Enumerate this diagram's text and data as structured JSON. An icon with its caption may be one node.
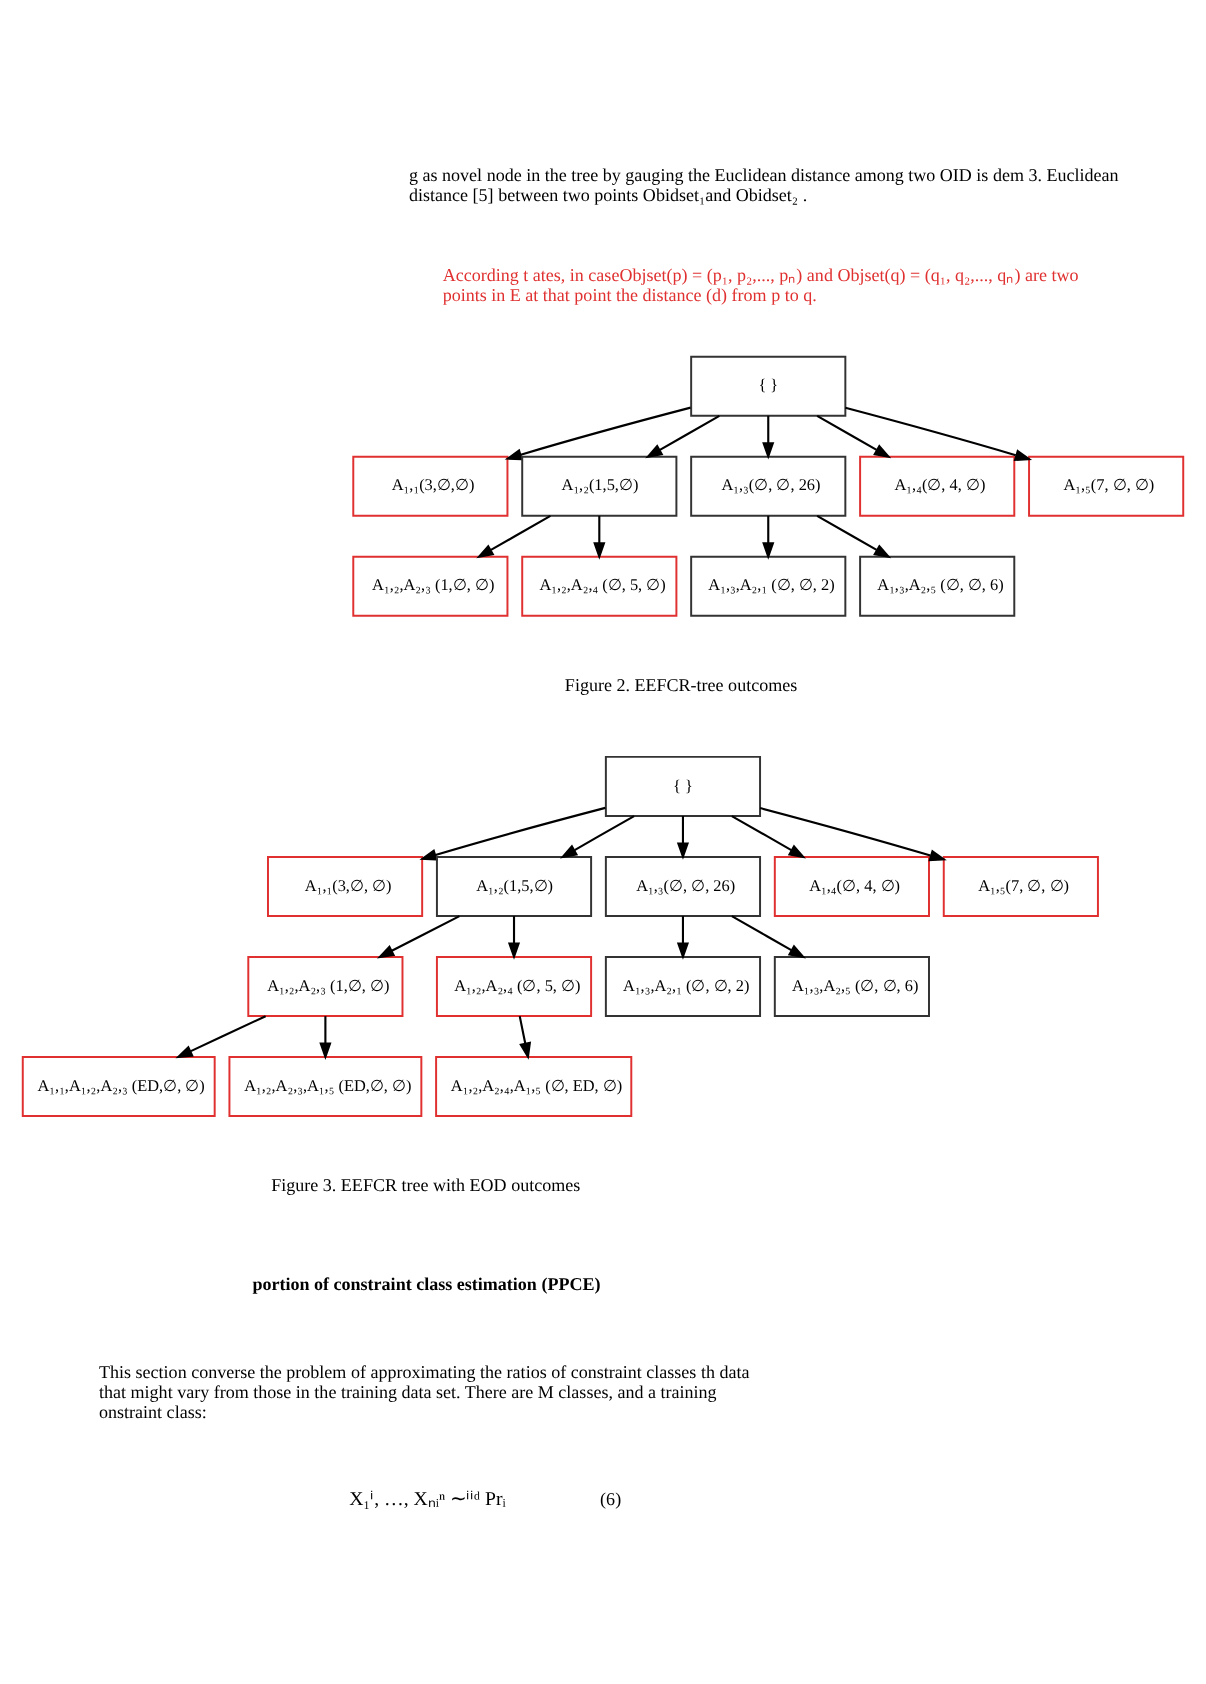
{
  "diagram": {
    "nodes": [
      {
        "text": [
          "{ }"
        ]
      },
      {
        "text": [
          "A₁,₁(3,∅,∅)"
        ]
      },
      {
        "text": [
          "A₁,₂(1,5,∅)"
        ]
      },
      {
        "text": [
          "A₁,₃(∅, ∅, 26)"
        ]
      },
      {
        "text": [
          "A₁,₄(∅, 4, ∅)"
        ]
      },
      {
        "text": [
          "A₁,₅(7, ∅, ∅)"
        ]
      },
      {
        "text": [
          "A₁,₂,A₂,₃ (1,∅, ∅)"
        ]
      },
      {
        "text": [
          "A₁,₂,A₂,₄ (∅, 5, ∅)"
        ]
      },
      {
        "text": [
          "A₁,₃,A₂,₁ (∅, ∅, 2)"
        ]
      },
      {
        "text": [
          "A₁,₃,A₂,₅ (∅, ∅, 6)"
        ]
      },
      {
        "text": [
          "{ }"
        ]
      },
      {
        "text": [
          "A₁,₁(3,∅, ∅)"
        ]
      },
      {
        "text": [
          "A₁,₂(1,5,∅)"
        ]
      },
      {
        "text": [
          "A₁,₃(∅, ∅, 26)"
        ]
      },
      {
        "text": [
          "A₁,₄(∅, 4, ∅)"
        ]
      },
      {
        "text": [
          "A₁,₅(7, ∅, ∅)"
        ]
      },
      {
        "text": [
          "A₁,₂,A₂,₃ (1,∅, ∅)"
        ]
      },
      {
        "text": [
          "A₁,₂,A₂,₄ (∅, 5, ∅)"
        ]
      },
      {
        "text": [
          "A₁,₃,A₂,₁ (∅, ∅, 2)"
        ]
      },
      {
        "text": [
          "A₁,₃,A₂,₅ (∅, ∅, 6)"
        ]
      },
      {
        "text": [
          "A₁,₁,A₁,₂,A₂,₃ (ED,∅, ∅)"
        ]
      },
      {
        "text": [
          "A₁,₂,A₂,₃,A₁,₅ (ED,∅, ∅)"
        ]
      },
      {
        "text": [
          "A₁,₂,A₂,₄,A₁,₅ (∅, ED, ∅)"
        ]
      }
    ],
    "edges": [
      {
        "from": 0,
        "to": 1,
        "arrow": "to"
      },
      {
        "from": 0,
        "to": 2,
        "arrow": "to"
      },
      {
        "from": 0,
        "to": 3,
        "arrow": "to"
      },
      {
        "from": 0,
        "to": 4,
        "arrow": "to"
      },
      {
        "from": 0,
        "to": 5,
        "arrow": "to"
      },
      {
        "from": 2,
        "to": 6,
        "arrow": "to"
      },
      {
        "from": 2,
        "to": 7,
        "arrow": "to"
      },
      {
        "from": 3,
        "to": 8,
        "arrow": "to"
      },
      {
        "from": 3,
        "to": 9,
        "arrow": "to"
      },
      {
        "from": 10,
        "to": 11,
        "arrow": "to"
      },
      {
        "from": 10,
        "to": 12,
        "arrow": "to"
      },
      {
        "from": 10,
        "to": 13,
        "arrow": "to"
      },
      {
        "from": 10,
        "to": 14,
        "arrow": "to"
      },
      {
        "from": 10,
        "to": 15,
        "arrow": "to"
      },
      {
        "from": 12,
        "to": 16,
        "arrow": "to"
      },
      {
        "from": 12,
        "to": 17,
        "arrow": "to"
      },
      {
        "from": 13,
        "to": 18,
        "arrow": "to"
      },
      {
        "from": 13,
        "to": 19,
        "arrow": "to"
      },
      {
        "from": 16,
        "to": 20,
        "arrow": "to"
      },
      {
        "from": 16,
        "to": 21,
        "arrow": "to"
      },
      {
        "from": 17,
        "to": 22,
        "arrow": "to"
      }
    ],
    "labels": [
      "g as novel node in the tree by gauging the Euclidean distance among two OID is dem 3. Euclidean distance [5] between two points Obidset₁and Obidset₂ .",
      "According t ates, in caseObjset(p) = (p₁, p₂,..., pₙ) and Objset(q) = (q₁, q₂,..., qₙ) are two points in E at that point the distance (d) from p to q.",
      "Figure 2. EEFCR-tree outcomes",
      "Figure 3. EEFCR tree with EOD outcomes",
      "portion of constraint class estimation (PPCE)",
      "This section converse the problem of approximating the ratios of constraint classes th data that might vary from those in the training data set. There are M classes, and a training onstraint class:",
      "X₁ⁱ, …, Xₙᵢⁿ ∼ⁱⁱᵈ Prᵢ",
      "(6)"
    ]
  }
}
